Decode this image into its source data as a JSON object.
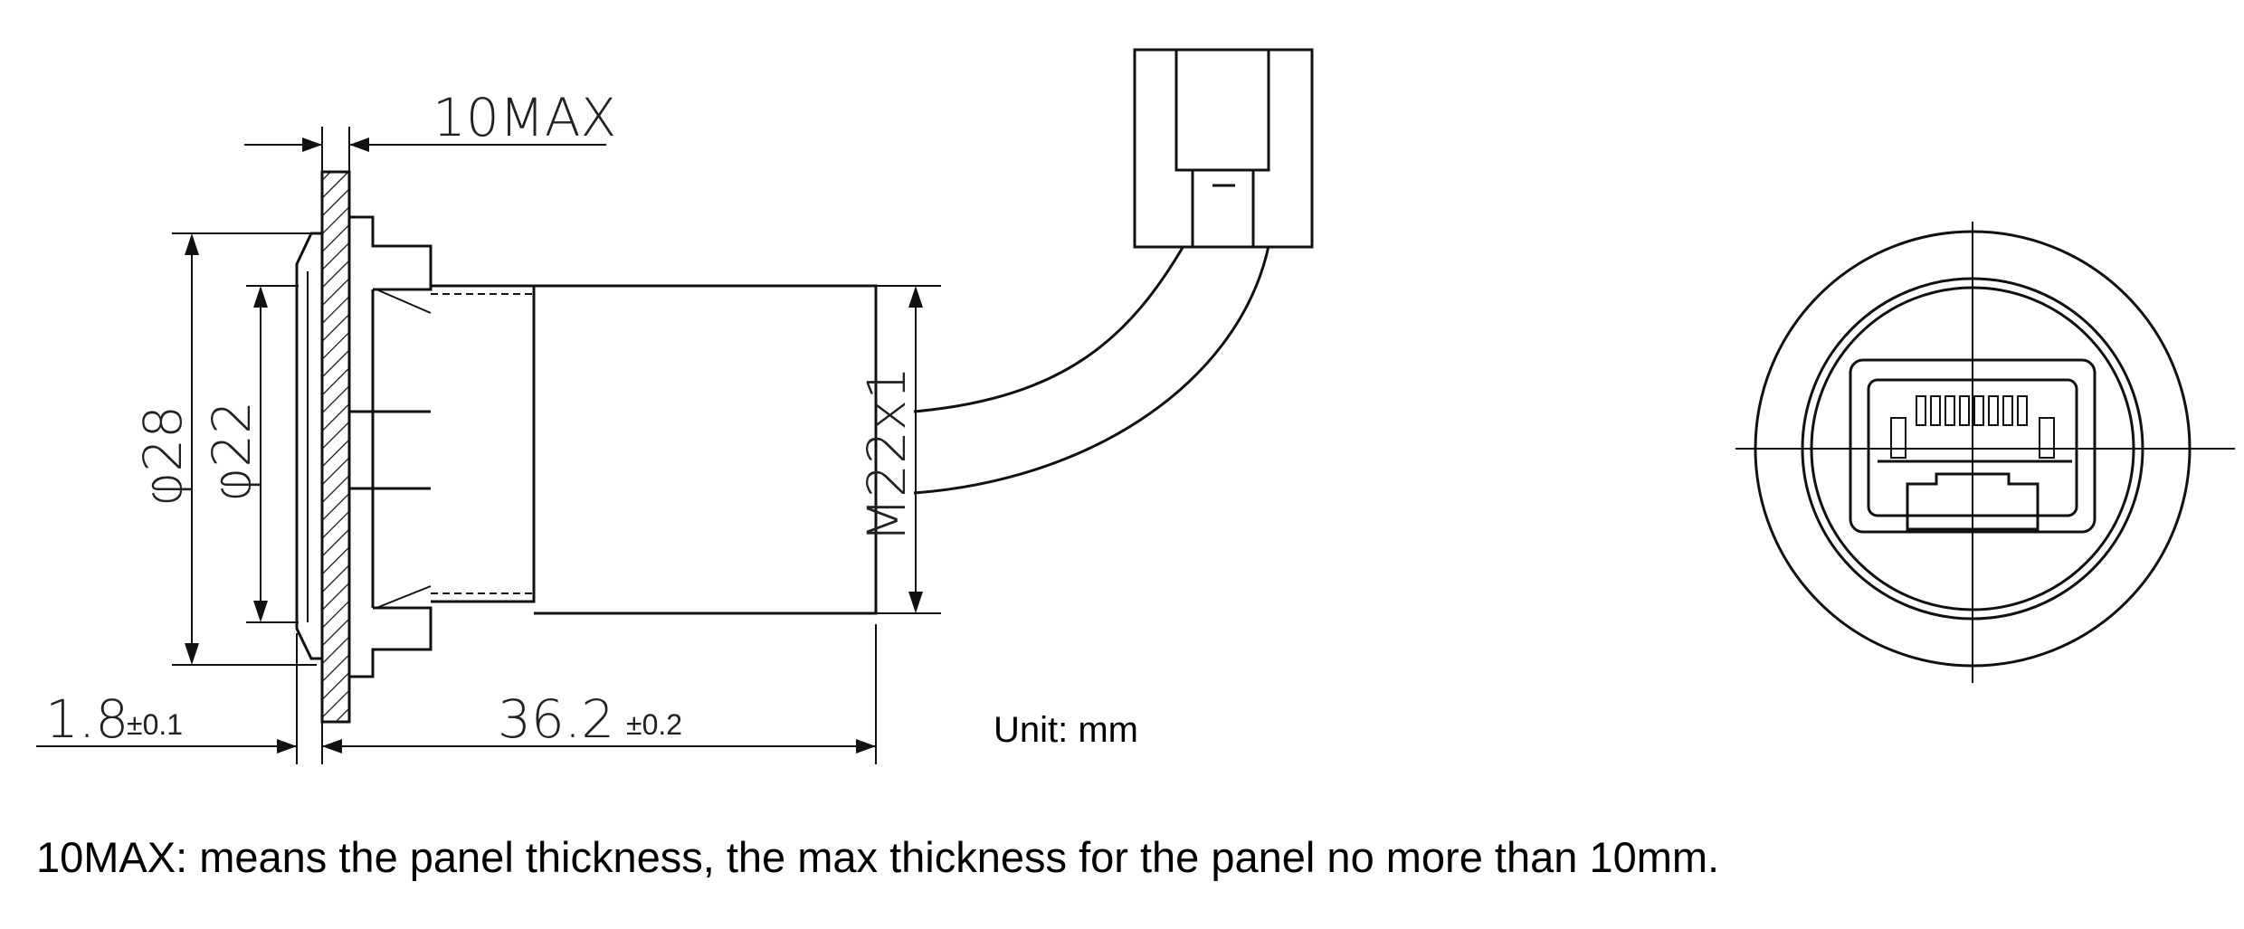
{
  "dimensions": {
    "panel_thickness": "10MAX",
    "outer_diameter": "φ28",
    "inner_diameter": "φ22",
    "thread": "M22x1",
    "flange_thickness": "1.8",
    "flange_tolerance": "±0.1",
    "body_length": "36.2",
    "body_tolerance": "±0.2"
  },
  "unit_label": "Unit: mm",
  "note": "10MAX: means the panel thickness, the max thickness for the panel no more than 10mm.",
  "colors": {
    "line": "#111111",
    "text": "#222222",
    "background": "#ffffff"
  }
}
